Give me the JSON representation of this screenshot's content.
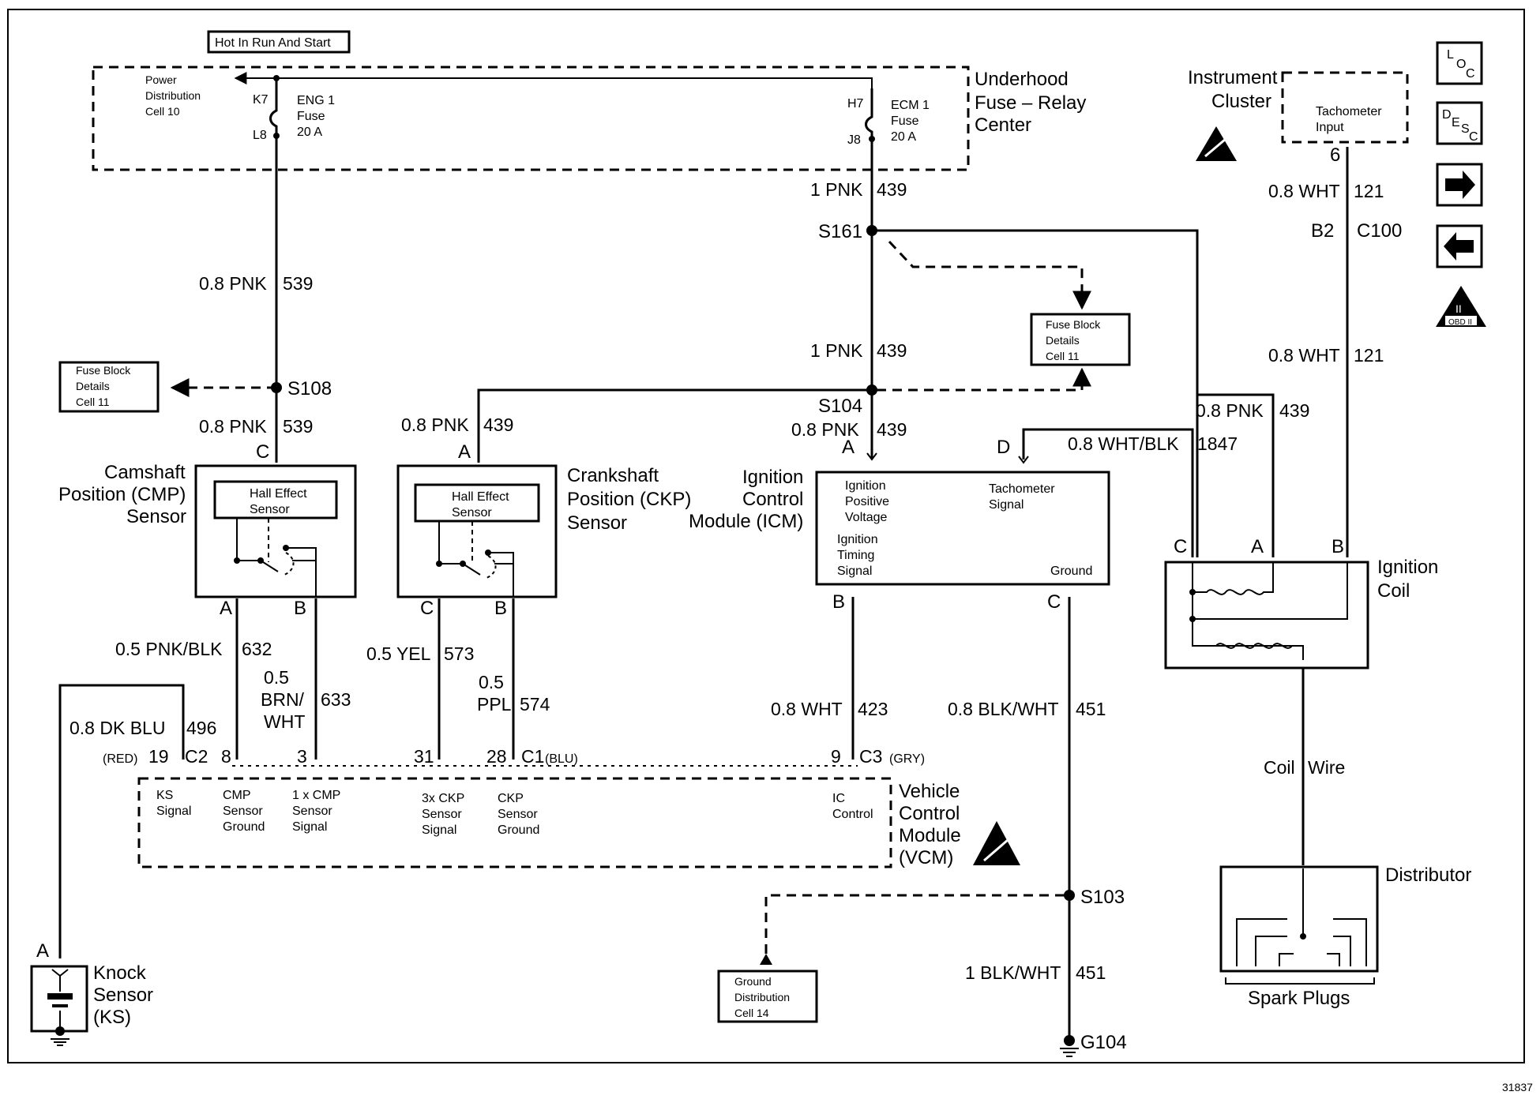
{
  "top_label": "Hot In Run And Start",
  "underhood": {
    "title_lines": [
      "Underhood",
      "Fuse – Relay",
      "Center"
    ],
    "power_distribution": [
      "Power",
      "Distribution",
      "Cell 10"
    ],
    "eng1_fuse": [
      "ENG 1",
      "Fuse",
      "20 A"
    ],
    "eng1_terminals": [
      "K7",
      "L8"
    ],
    "ecm1_fuse": [
      "ECM 1",
      "Fuse",
      "20 A"
    ],
    "ecm1_terminals": [
      "H7",
      "J8"
    ]
  },
  "instrument_cluster": {
    "title_lines": [
      "Instrument",
      "Cluster"
    ],
    "input_lines": [
      "Tachometer",
      "Input"
    ],
    "pin": "6"
  },
  "nav_icons": {
    "loc": [
      "L",
      "O",
      "C"
    ],
    "desc": [
      "D",
      "E",
      "S",
      "C"
    ],
    "obd": [
      "II",
      "OBD II"
    ]
  },
  "wires": {
    "pnk539_top": [
      "0.8 PNK",
      "539"
    ],
    "pnk539_bottom": [
      "0.8 PNK",
      "539"
    ],
    "pnk439_ecm": [
      "1 PNK",
      "439"
    ],
    "pnk439_mid": [
      "1 PNK",
      "439"
    ],
    "pnk439_icm": [
      "0.8 PNK",
      "439"
    ],
    "pnk439_ckp": [
      "0.8 PNK",
      "439"
    ],
    "pnk439_coil": [
      "0.8 PNK",
      "439"
    ],
    "wht121_top": [
      "0.8 WHT",
      "121"
    ],
    "wht121_bottom": [
      "0.8 WHT",
      "121"
    ],
    "whtblk1847": [
      "0.8 WHT/BLK",
      "1847"
    ],
    "pnkblk632": [
      "0.5 PNK/BLK",
      "632"
    ],
    "brnwht633": [
      "0.5",
      "BRN/",
      "WHT",
      "633"
    ],
    "yel573": [
      "0.5 YEL",
      "573"
    ],
    "ppl574": [
      "0.5",
      "PPL",
      "574"
    ],
    "dkblu496": [
      "0.8 DK BLU",
      "496"
    ],
    "wht423": [
      "0.8 WHT",
      "423"
    ],
    "blkwht451_top": [
      "0.8 BLK/WHT",
      "451"
    ],
    "blkwht451_bottom": [
      "1 BLK/WHT",
      "451"
    ],
    "coil_wire": [
      "Coil",
      "Wire"
    ]
  },
  "splices": {
    "s161": "S161",
    "s108": "S108",
    "s104": "S104",
    "s103": "S103",
    "g104": "G104"
  },
  "connectors": {
    "c100": [
      "B2",
      "C100"
    ],
    "c2": [
      "(RED)",
      "19",
      "C2"
    ],
    "c1": [
      "8",
      "3",
      "31",
      "28",
      "C1",
      "(BLU)"
    ],
    "c3": [
      "9",
      "C3",
      "(GRY)"
    ]
  },
  "fuse_block_details": [
    "Fuse Block",
    "Details",
    "Cell 11"
  ],
  "ground_distribution": [
    "Ground",
    "Distribution",
    "Cell 14"
  ],
  "cmp_sensor": {
    "title_lines": [
      "Camshaft",
      "Position (CMP)",
      "Sensor"
    ],
    "inner": [
      "Hall Effect",
      "Sensor"
    ],
    "pins": [
      "C",
      "A",
      "B"
    ]
  },
  "ckp_sensor": {
    "title_lines": [
      "Crankshaft",
      "Position (CKP)",
      "Sensor"
    ],
    "inner": [
      "Hall Effect",
      "Sensor"
    ],
    "pins": [
      "A",
      "C",
      "B"
    ]
  },
  "icm": {
    "title_lines": [
      "Ignition",
      "Control",
      "Module (ICM)"
    ],
    "pins": [
      "A",
      "D",
      "B",
      "C"
    ],
    "positive_voltage": [
      "Ignition",
      "Positive",
      "Voltage"
    ],
    "tach_signal": [
      "Tachometer",
      "Signal"
    ],
    "timing_signal": [
      "Ignition",
      "Timing",
      "Signal"
    ],
    "ground": "Ground"
  },
  "ignition_coil": {
    "title_lines": [
      "Ignition",
      "Coil"
    ],
    "pins": [
      "C",
      "A",
      "B"
    ]
  },
  "vcm": {
    "title_lines": [
      "Vehicle",
      "Control",
      "Module",
      "(VCM)"
    ],
    "ks_signal": [
      "KS",
      "Signal"
    ],
    "cmp_ground": [
      "CMP",
      "Sensor",
      "Ground"
    ],
    "cmp_signal": [
      "1 x CMP",
      "Sensor",
      "Signal"
    ],
    "ckp_signal": [
      "3x CKP",
      "Sensor",
      "Signal"
    ],
    "ckp_ground": [
      "CKP",
      "Sensor",
      "Ground"
    ],
    "ic_control": [
      "IC",
      "Control"
    ]
  },
  "knock_sensor": {
    "title_lines": [
      "Knock",
      "Sensor",
      "(KS)"
    ],
    "pin": "A"
  },
  "distributor": {
    "title": "Distributor",
    "spark_plugs": "Spark Plugs"
  },
  "figure_id": "31837"
}
